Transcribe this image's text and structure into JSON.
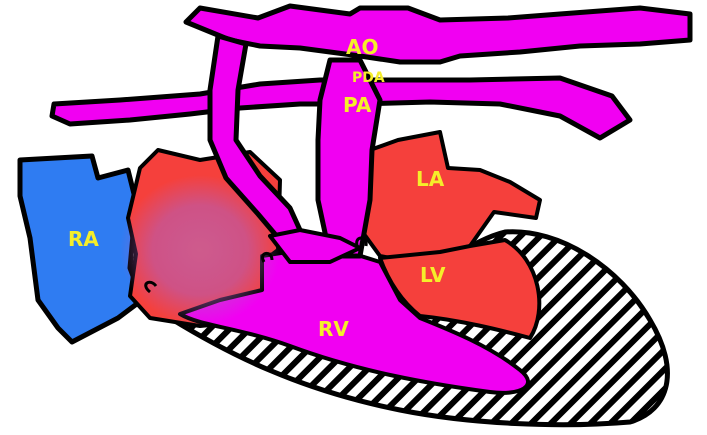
{
  "labels": {
    "ao": "AO",
    "pda": "PDA",
    "pa": "PA",
    "la": "LA",
    "ra": "RA",
    "lv": "LV",
    "rv": "RV"
  },
  "colors": {
    "magenta": "#f100f2",
    "red": "#f5403c",
    "blue": "#2f7cf2",
    "outline": "#000000",
    "label": "#f5ee2a",
    "background": "#ffffff"
  }
}
